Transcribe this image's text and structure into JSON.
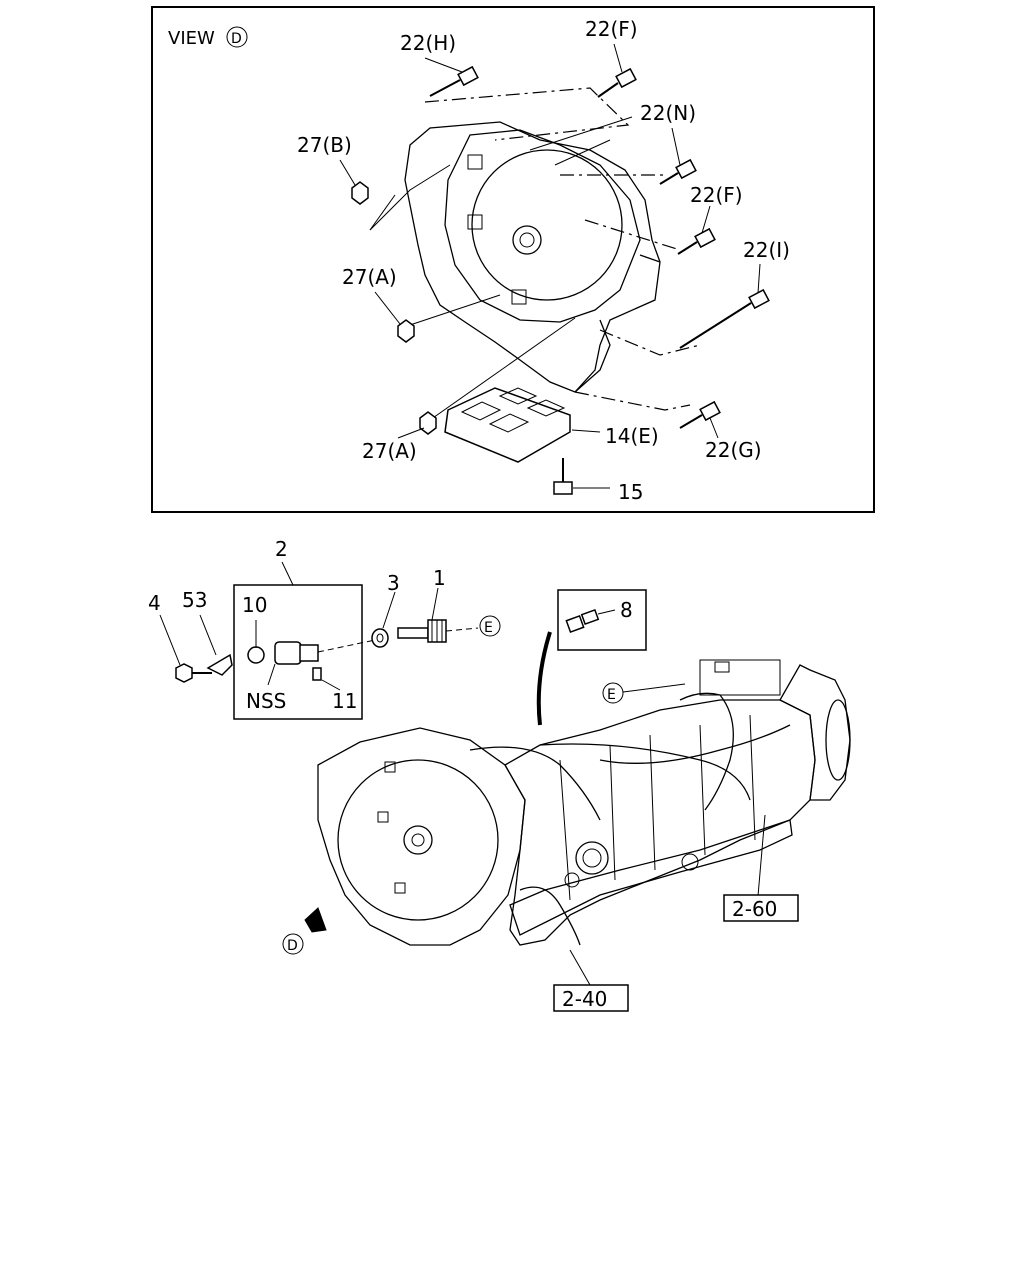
{
  "view": {
    "title": "VIEW",
    "view_letter": "D",
    "callouts": {
      "h22": "22(H)",
      "f22a": "22(F)",
      "n22": "22(N)",
      "f22b": "22(F)",
      "i22": "22(I)",
      "g22": "22(G)",
      "b27": "27(B)",
      "a27a": "27(A)",
      "a27b": "27(A)",
      "e14": "14(E)",
      "p15": "15"
    }
  },
  "main": {
    "callouts": {
      "p2": "2",
      "p1": "1",
      "p3": "3",
      "p4": "4",
      "p53": "53",
      "p10": "10",
      "p11": "11",
      "nss": "NSS",
      "p8": "8",
      "ref_e1": "E",
      "ref_e2": "E",
      "ref_d": "D"
    },
    "boxed_refs": {
      "r260": "2-60",
      "r240": "2-40"
    }
  }
}
